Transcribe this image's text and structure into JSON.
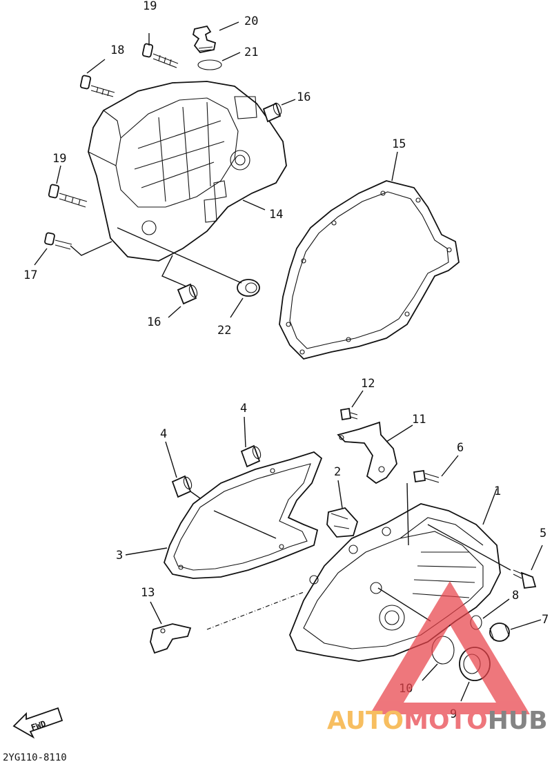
{
  "diagram": {
    "code": "2YG110-8110",
    "fwd_label": "FWD",
    "callouts": {
      "c1": "1",
      "c2": "2",
      "c3": "3",
      "c4a": "4",
      "c4b": "4",
      "c5": "5",
      "c6": "6",
      "c7": "7",
      "c8": "8",
      "c9": "9",
      "c10": "10",
      "c11": "11",
      "c12": "12",
      "c13": "13",
      "c14": "14",
      "c15": "15",
      "c16a": "16",
      "c16b": "16",
      "c17": "17",
      "c18": "18",
      "c19a": "19",
      "c19b": "19",
      "c20": "20",
      "c21": "21",
      "c22": "22"
    }
  },
  "watermark": {
    "part1": "AUTO",
    "part2": "MOTO",
    "part3": "HUB",
    "colors": {
      "triangle": "#e8424a",
      "auto": "#f5a623",
      "moto": "#e8424a",
      "hub": "#555555"
    }
  }
}
